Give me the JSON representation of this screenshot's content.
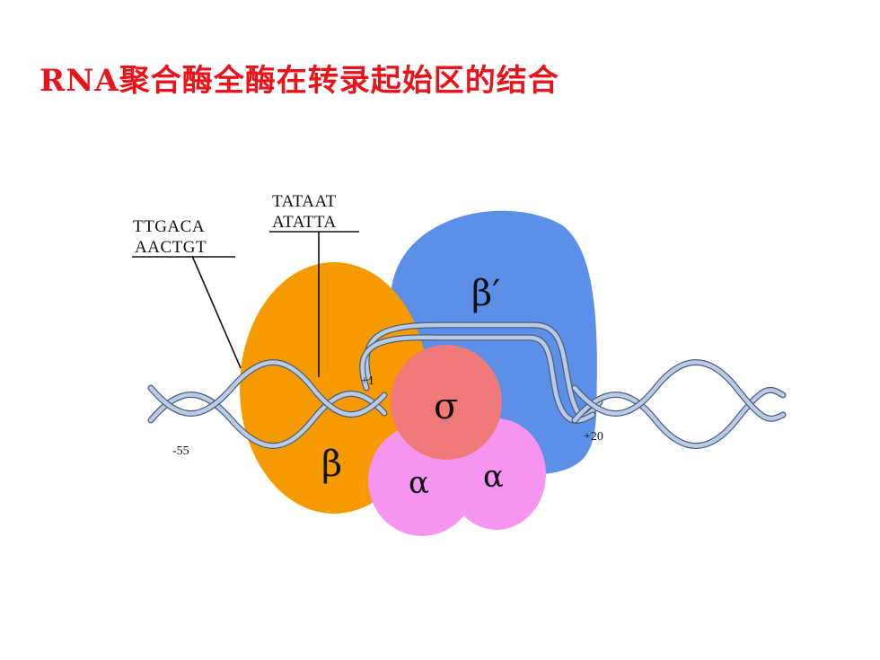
{
  "title": "RNA聚合酶全酶在转录起始区的结合",
  "colors": {
    "title": "#e8141c",
    "beta": "#f59a00",
    "beta_prime": "#5b8fe8",
    "sigma": "#f07a7a",
    "alpha": "#f694f2",
    "dna_strand": "#b9cbe6",
    "dna_edge": "#4d5f7a"
  },
  "sequences": {
    "minus35_top": "TTGACA",
    "minus35_bottom": "AACTGT",
    "minus10_top": "TATAAT",
    "minus10_bottom": "ATATTA"
  },
  "positions": {
    "start": "-55",
    "plus_one": "+1",
    "end": "+20"
  },
  "subunits": {
    "beta": "β",
    "beta_prime": "β′",
    "sigma": "σ",
    "alpha_left": "α",
    "alpha_right": "α"
  }
}
